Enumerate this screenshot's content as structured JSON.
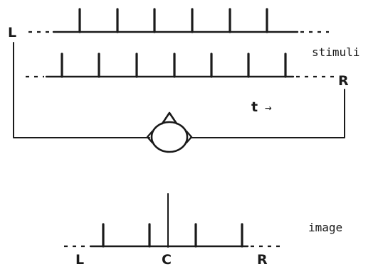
{
  "labels": {
    "left_ear": "L",
    "right_ear": "R",
    "stimuli": "stimuli",
    "time": "t",
    "time_arrow": "→",
    "image": "image",
    "image_left": "L",
    "image_center": "C",
    "image_right": "R"
  },
  "icons": {
    "head": "head-top-view-icon"
  },
  "colors": {
    "ink": "#1a1a1a",
    "background": "#ffffff"
  }
}
